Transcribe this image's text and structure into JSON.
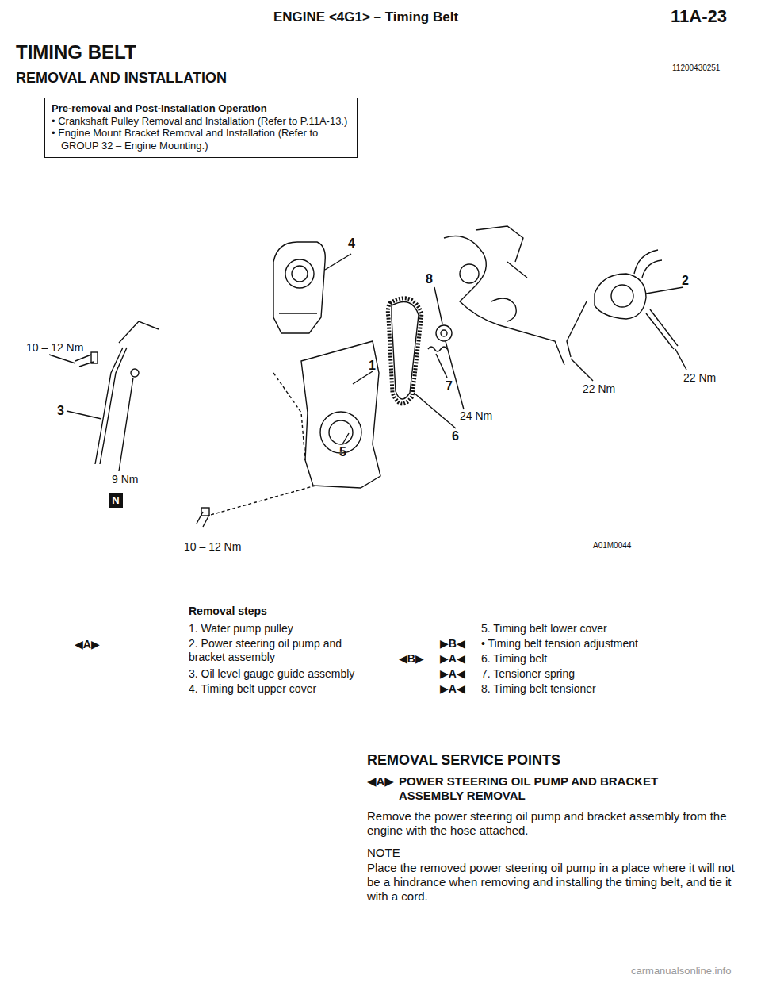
{
  "diagram": {
    "title": "TIMING BELT",
    "nodes": [
      {
        "text": [
          "Pre-removal and Post-installation Operation",
          "• Crankshaft Pulley Removal and Installation (Refer to P.11A-13.)",
          "• Engine Mount Bracket Removal and Installation (Refer to GROUP 32 – Engine Mounting.)"
        ]
      }
    ],
    "labels": [
      "ENGINE <4G1> – Timing Belt",
      "11A-23",
      "11200430251",
      "REMOVAL AND INSTALLATION",
      "4",
      "10 – 12 Nm",
      "1",
      "3",
      "9 Nm",
      "N",
      "10 – 12 Nm",
      "5",
      "8",
      "7",
      "24 Nm",
      "6",
      "2",
      "22 Nm",
      "22 Nm",
      "A01M0044",
      "Removal steps",
      "1. Water pump pulley",
      "◀A▶",
      "2. Power steering oil pump and bracket assembly",
      "3. Oil level gauge guide assembly",
      "4. Timing belt upper cover",
      "5. Timing belt lower cover",
      "▶B◀",
      "• Timing belt tension adjustment",
      "◀B▶",
      "▶A◀",
      "6. Timing belt",
      "▶A◀",
      "7. Tensioner spring",
      "▶A◀",
      "8. Timing belt tensioner",
      "REMOVAL SERVICE POINTS",
      "◀A▶",
      "POWER STEERING OIL PUMP AND BRACKET ASSEMBLY REMOVAL",
      "Remove the power steering oil pump and bracket assembly from the engine with the hose attached.",
      "NOTE",
      "Place the removed power steering oil pump in a place where it will not be a hindrance when removing and installing the timing belt, and tie it with a cord.",
      "carmanualsonline.info"
    ]
  }
}
